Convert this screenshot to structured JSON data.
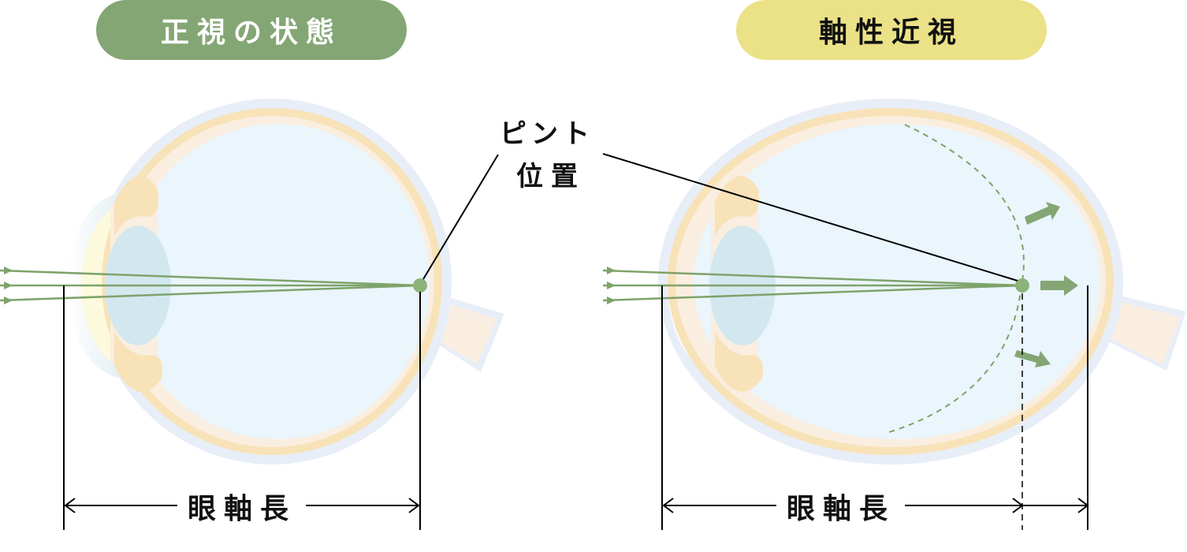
{
  "titles": {
    "normal": "正視の状態",
    "myopia": "軸性近視"
  },
  "focus_label": {
    "line1": "ピント",
    "line2": "位置"
  },
  "axial_length_label": {
    "left": "眼軸長",
    "right": "眼軸長"
  },
  "colors": {
    "normal_pill": "#84a674",
    "myopia_pill": "#ebe187",
    "light_ray": "#7ea36a",
    "focus_point": "#8db37a",
    "vitreous": "#eaf5fc",
    "lens": "#d3e7ef",
    "sclera_outer": "#e8eef8",
    "choroid": "#f8e2b8",
    "retina": "#faeee0",
    "cornea_fill": "#fdf9dc"
  },
  "diagrams": [
    {
      "name": "normal-eye",
      "focus_point_on_retina": true,
      "axial_length": "normal"
    },
    {
      "name": "axial-myopia-eye",
      "focus_point_on_retina": false,
      "axial_length": "elongated",
      "expansion_arrows": 3
    }
  ]
}
